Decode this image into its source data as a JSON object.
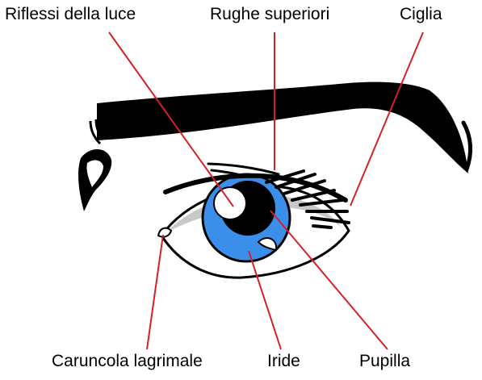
{
  "labels": {
    "riflessi": "Riflessi della luce",
    "rughe": "Rughe superiori",
    "ciglia": "Ciglia",
    "caruncola": "Caruncola lagrimale",
    "iride": "Iride",
    "pupilla": "Pupilla"
  },
  "colors": {
    "leader_line": "#d62027",
    "iris": "#3b8eea",
    "outline": "#000000",
    "eyelid_shadow": "#c8c8c8",
    "background": "#ffffff"
  }
}
